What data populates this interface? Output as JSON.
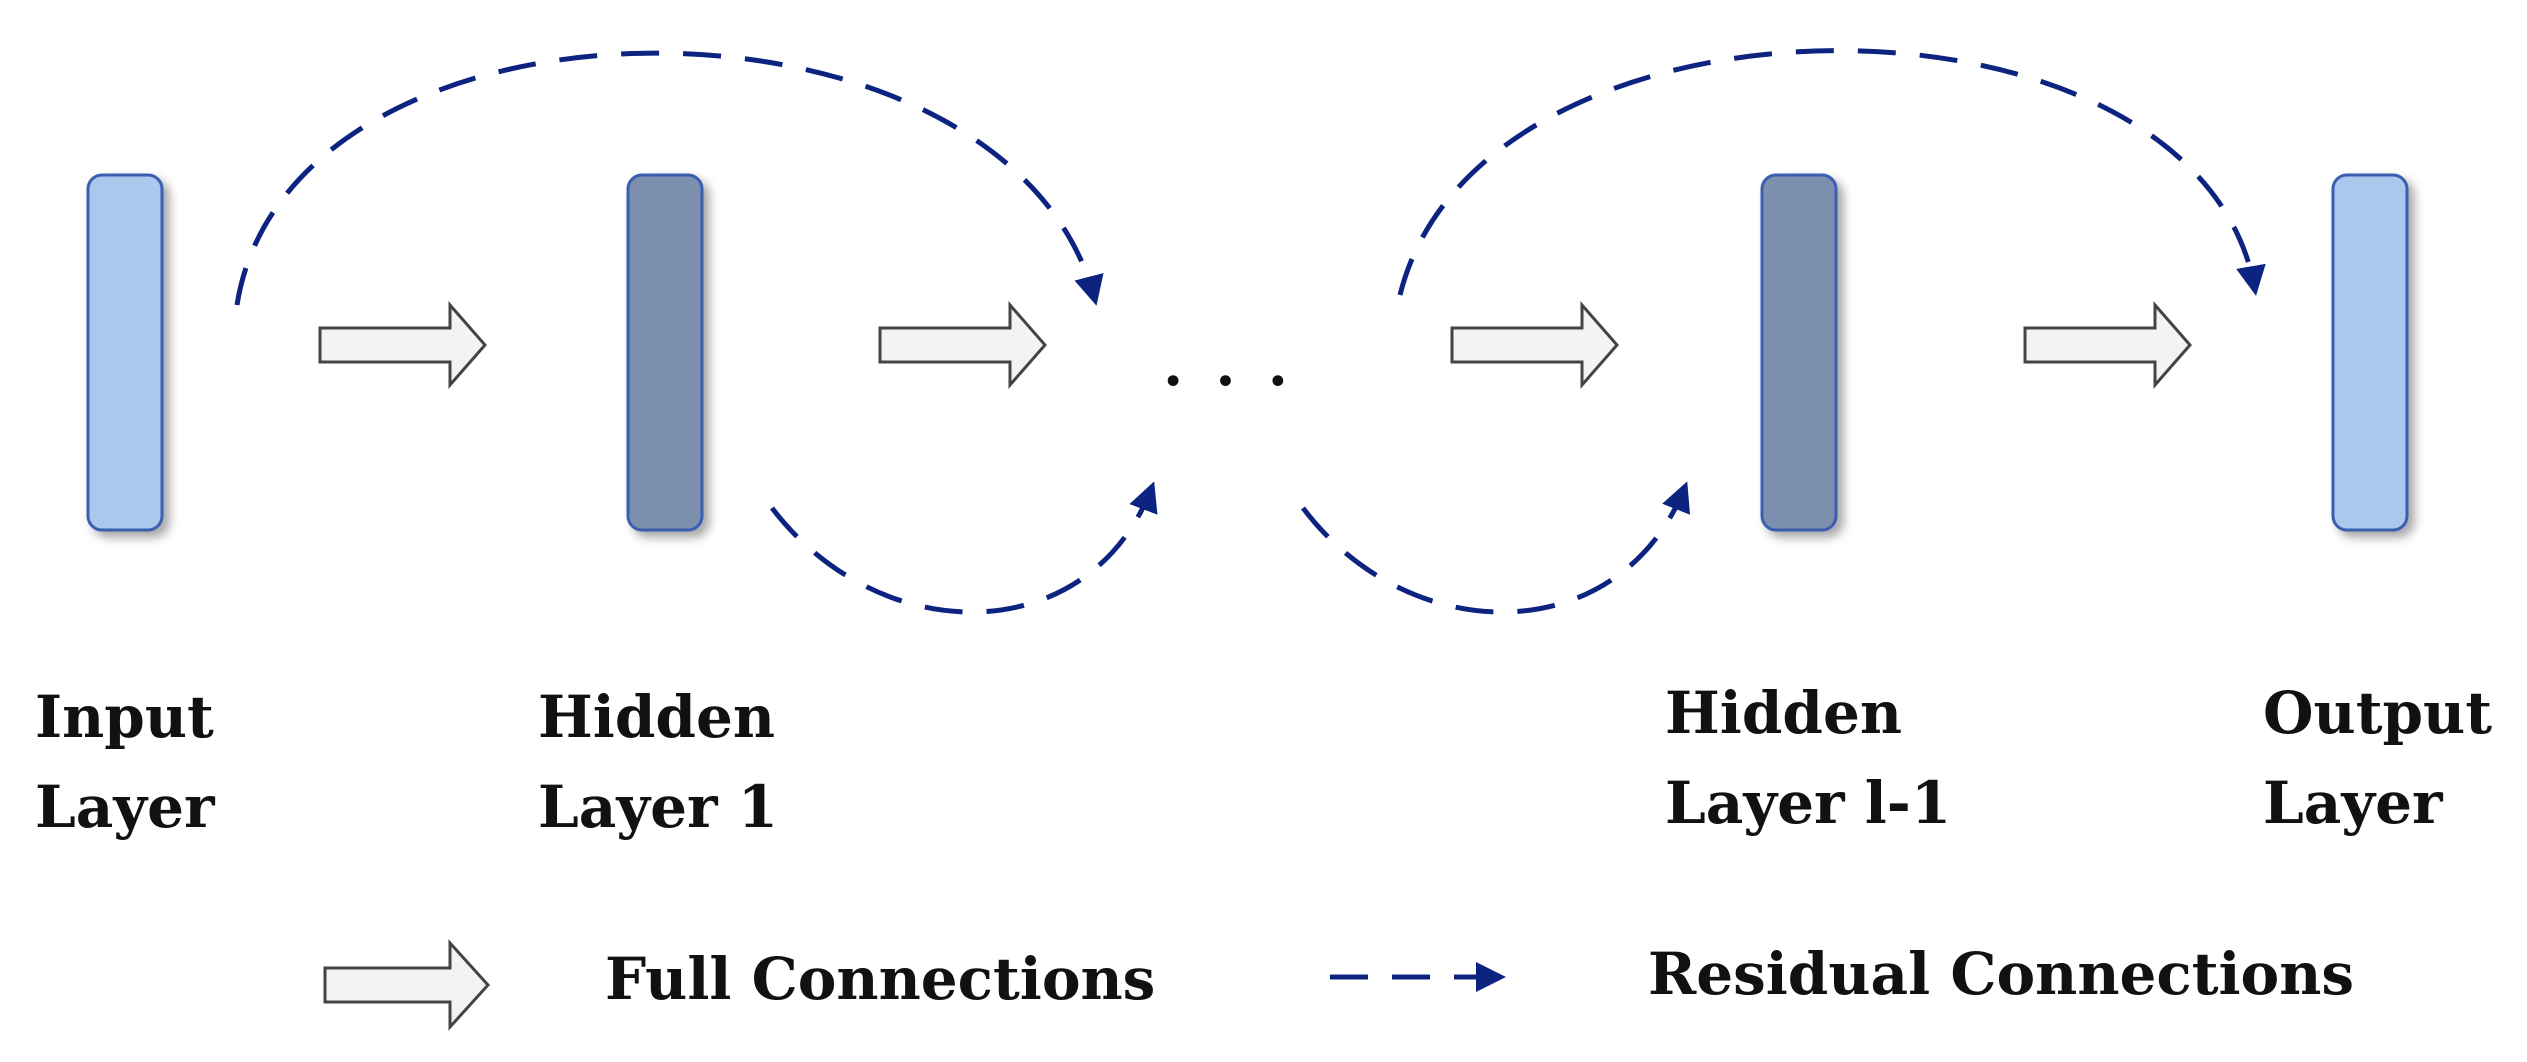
{
  "colors": {
    "input_output_fill": "#a9c8ec",
    "hidden_fill": "#7d8fae",
    "layer_stroke": "#3a5fb0",
    "residual": "#0d2380",
    "full_arrow_fill": "#f3f3f3",
    "full_arrow_stroke": "#444444"
  },
  "layers": [
    {
      "name_line1": "Input",
      "name_line2": "Layer",
      "kind": "input-output"
    },
    {
      "name_line1": "Hidden",
      "name_line2": "Layer 1",
      "kind": "hidden"
    },
    {
      "name_line1": "Hidden",
      "name_line2": "Layer l-1",
      "kind": "hidden"
    },
    {
      "name_line1": "Output",
      "name_line2": "Layer",
      "kind": "input-output"
    }
  ],
  "ellipsis": ". . .",
  "legend": {
    "full_label": "Full Connections",
    "residual_label": "Residual Connections"
  }
}
